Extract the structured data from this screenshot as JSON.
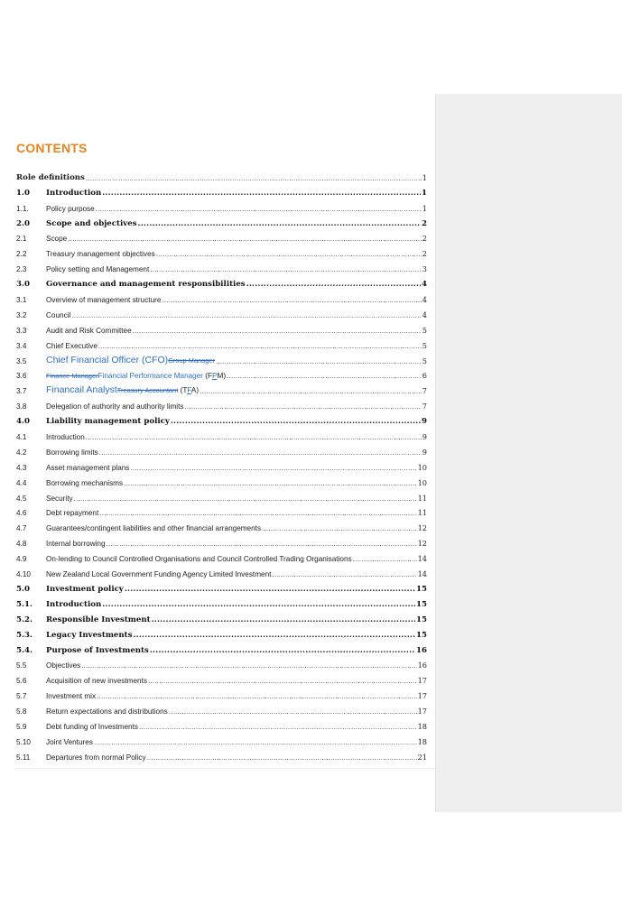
{
  "heading": "CONTENTS",
  "dots": "................................................................................................................................................................................................................................................................................................................................................",
  "rows": [
    {
      "num": "",
      "title": "Role definitions",
      "page": "1"
    },
    {
      "num": "1.0",
      "title": "Introduction",
      "page": "1"
    },
    {
      "num": "1.1.",
      "title": "Policy purpose",
      "page": "1"
    },
    {
      "num": "2.0",
      "title": "Scope and objectives",
      "page": "2"
    },
    {
      "num": "2.1",
      "title": "Scope",
      "page": "2"
    },
    {
      "num": "2.2",
      "title": "Treasury management objectives",
      "page": "2"
    },
    {
      "num": "2.3",
      "title": "Policy setting and Management",
      "page": "3"
    },
    {
      "num": "3.0",
      "title": "Governance and management responsibilities",
      "page": "4"
    },
    {
      "num": "3.1",
      "title": "Overview of management structure",
      "page": "4"
    },
    {
      "num": "3.2",
      "title": "Council",
      "page": "4"
    },
    {
      "num": "3.3",
      "title": "Audit and Risk Committee",
      "page": "5"
    },
    {
      "num": "3.4",
      "title": "Chief Executive",
      "page": "5"
    },
    {
      "num": "3.5",
      "ins": "Chief Financial Officer (CFO)",
      "del": "Group Manager",
      "page": "5"
    },
    {
      "num": "3.6",
      "del": "Finance Manager",
      "ins": "Financial Performance Manager",
      "tail_a": " (F",
      "tail_u": "P",
      "tail_b": "M)",
      "page": "6"
    },
    {
      "num": "3.7",
      "ins": "Financail Analyst",
      "del": "Treasury Accountant",
      "tail_a": "  (T",
      "tail_u": "F",
      "tail_b": "A)",
      "page": "7"
    },
    {
      "num": "3.8",
      "title": "Delegation of authority and authority limits",
      "page": "7"
    },
    {
      "num": "4.0",
      "title": "Liability management policy",
      "page": "9"
    },
    {
      "num": "4.1",
      "title": "Introduction",
      "page": "9"
    },
    {
      "num": "4.2",
      "title": "Borrowing limits",
      "page": "9"
    },
    {
      "num": "4.3",
      "title": "Asset management plans",
      "page": "10"
    },
    {
      "num": "4.4",
      "title": "Borrowing mechanisms",
      "page": "10"
    },
    {
      "num": "4.5",
      "title": "Security",
      "page": "11"
    },
    {
      "num": "4.6",
      "title": "Debt repayment",
      "page": "11"
    },
    {
      "num": "4.7",
      "title": "Guarantees/contingent liabilities and other financial arrangements",
      "page": "12"
    },
    {
      "num": "4.8",
      "title": "Internal borrowing",
      "page": "12"
    },
    {
      "num": "4.9",
      "title": "On-lending to Council Controlled Organisations and Council Controlled Trading Organisations",
      "page": "14"
    },
    {
      "num": "4.10",
      "title": "New Zealand Local Government Funding Agency Limited Investment",
      "page": "14"
    },
    {
      "num": "5.0",
      "title": "Investment policy",
      "page": "15"
    },
    {
      "num": "5.1.",
      "title": "Introduction",
      "page": "15"
    },
    {
      "num": "5.2.",
      "title": "Responsible Investment",
      "page": "15"
    },
    {
      "num": "5.3.",
      "title": "Legacy Investments",
      "page": "15"
    },
    {
      "num": "5.4.",
      "title": "Purpose of Investments",
      "page": "16"
    },
    {
      "num": "5.5",
      "title": "Objectives",
      "page": "16"
    },
    {
      "num": "5.6",
      "title": "Acquisition of new investments",
      "page": "17"
    },
    {
      "num": "5.7",
      "title": "Investment mix",
      "page": "17"
    },
    {
      "num": "5.8",
      "title": "Return expectations and distributions",
      "page": "17"
    },
    {
      "num": "5.9",
      "title": "Debt funding of Investments",
      "page": "18"
    },
    {
      "num": "5.10",
      "title": "Joint Ventures",
      "page": "18"
    },
    {
      "num": "5.11",
      "title": "Departures from normal Policy",
      "page": "21"
    }
  ]
}
